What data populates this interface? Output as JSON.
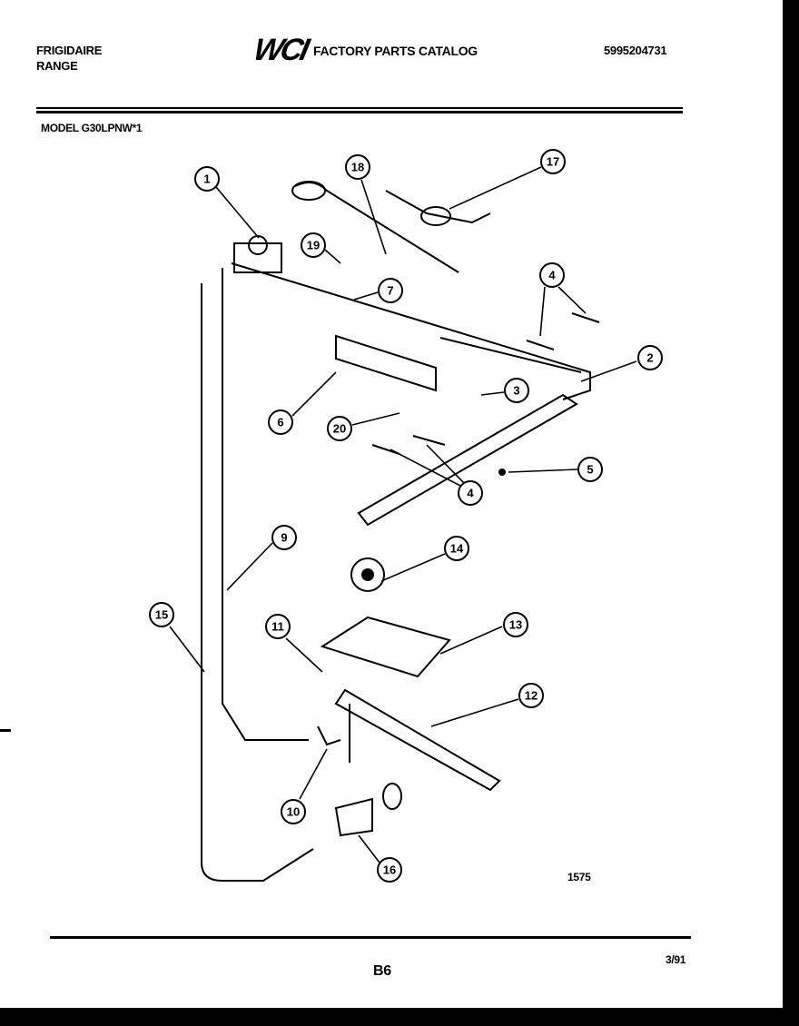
{
  "header": {
    "brand": "FRIGIDAIRE",
    "product": "RANGE",
    "logo": "WCI",
    "catalog_title": "FACTORY PARTS CATALOG",
    "catalog_number": "5995204731",
    "model": "MODEL G30LPNW*1"
  },
  "diagram": {
    "callouts": [
      "1",
      "18",
      "17",
      "19",
      "7",
      "4",
      "2",
      "3",
      "6",
      "20",
      "5",
      "4",
      "9",
      "14",
      "15",
      "11",
      "13",
      "12",
      "10",
      "16"
    ],
    "figure_number": "1575"
  },
  "footer": {
    "page": "B6",
    "date": "3/91"
  }
}
